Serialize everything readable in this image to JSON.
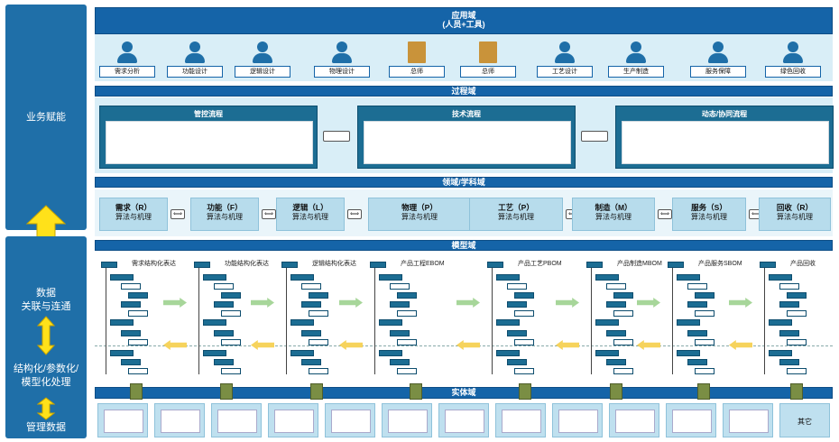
{
  "left": {
    "business": "业务赋能",
    "data_link": "数据\n关联与连通",
    "structured": "结构化/参数化/\n模型化处理",
    "mgmt": "管理数据"
  },
  "headers": {
    "app": "应用域",
    "app_sub": "(人员+工具)",
    "process": "过程域",
    "domain": "领域/学科域",
    "model": "模型域",
    "entity": "实体域"
  },
  "people": [
    "需求分析",
    "功能设计",
    "逻辑设计",
    "物理设计",
    "总师",
    "总师",
    "工艺设计",
    "生产制造",
    "服务保障",
    "绿色回收"
  ],
  "processes": [
    "管控流程",
    "技术流程",
    "动态/协同流程"
  ],
  "domains": [
    {
      "name": "需求（R）",
      "sub": "算法与机理"
    },
    {
      "name": "功能（F）",
      "sub": "算法与机理"
    },
    {
      "name": "逻辑（L）",
      "sub": "算法与机理"
    },
    {
      "name": "物理（P）",
      "sub": "算法与机理"
    },
    {
      "name": "工艺（P）",
      "sub": "算法与机理"
    },
    {
      "name": "制造（M）",
      "sub": "算法与机理"
    },
    {
      "name": "服务（S）",
      "sub": "算法与机理"
    },
    {
      "name": "回收（R）",
      "sub": "算法与机理"
    }
  ],
  "models": [
    "需求结构化表达",
    "功能结构化表达",
    "逻辑结构化表达",
    "产品工程EBOM",
    "产品工艺PBOM",
    "产品制造MBOM",
    "产品服务SBOM",
    "产品回收"
  ],
  "entities": [
    "",
    "",
    "",
    "",
    "",
    "",
    "",
    "",
    "",
    "",
    "",
    "",
    "其它"
  ],
  "colors": {
    "header": "#1564a8",
    "left": "#1f6fa8",
    "domain": "#b7dcec",
    "process": "#1c6d93"
  }
}
